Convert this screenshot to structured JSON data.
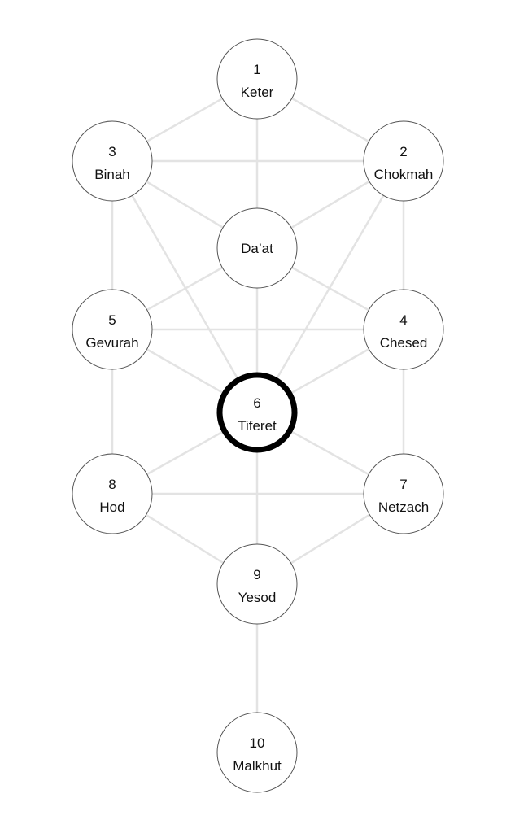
{
  "title": "Tree of Life",
  "highlight_color": "#000000",
  "edge_color": "#e3e3e3",
  "nodes": [
    {
      "id": "keter",
      "number": "1",
      "name": "Keter"
    },
    {
      "id": "chokmah",
      "number": "2",
      "name": "Chokmah"
    },
    {
      "id": "binah",
      "number": "3",
      "name": "Binah"
    },
    {
      "id": "daat",
      "number": "",
      "name": "Da’at"
    },
    {
      "id": "chesed",
      "number": "4",
      "name": "Chesed"
    },
    {
      "id": "gevurah",
      "number": "5",
      "name": "Gevurah"
    },
    {
      "id": "tiferet",
      "number": "6",
      "name": "Tiferet",
      "highlighted": true
    },
    {
      "id": "netzach",
      "number": "7",
      "name": "Netzach"
    },
    {
      "id": "hod",
      "number": "8",
      "name": "Hod"
    },
    {
      "id": "yesod",
      "number": "9",
      "name": "Yesod"
    },
    {
      "id": "malkhut",
      "number": "10",
      "name": "Malkhut"
    }
  ],
  "edges": [
    [
      "keter",
      "binah"
    ],
    [
      "keter",
      "chokmah"
    ],
    [
      "keter",
      "daat"
    ],
    [
      "binah",
      "chokmah"
    ],
    [
      "binah",
      "daat"
    ],
    [
      "chokmah",
      "daat"
    ],
    [
      "binah",
      "gevurah"
    ],
    [
      "chokmah",
      "chesed"
    ],
    [
      "binah",
      "tiferet"
    ],
    [
      "chokmah",
      "tiferet"
    ],
    [
      "daat",
      "gevurah"
    ],
    [
      "daat",
      "chesed"
    ],
    [
      "daat",
      "tiferet"
    ],
    [
      "gevurah",
      "chesed"
    ],
    [
      "gevurah",
      "tiferet"
    ],
    [
      "chesed",
      "tiferet"
    ],
    [
      "gevurah",
      "hod"
    ],
    [
      "chesed",
      "netzach"
    ],
    [
      "tiferet",
      "hod"
    ],
    [
      "tiferet",
      "netzach"
    ],
    [
      "tiferet",
      "yesod"
    ],
    [
      "hod",
      "netzach"
    ],
    [
      "hod",
      "yesod"
    ],
    [
      "netzach",
      "yesod"
    ],
    [
      "yesod",
      "malkhut"
    ]
  ]
}
